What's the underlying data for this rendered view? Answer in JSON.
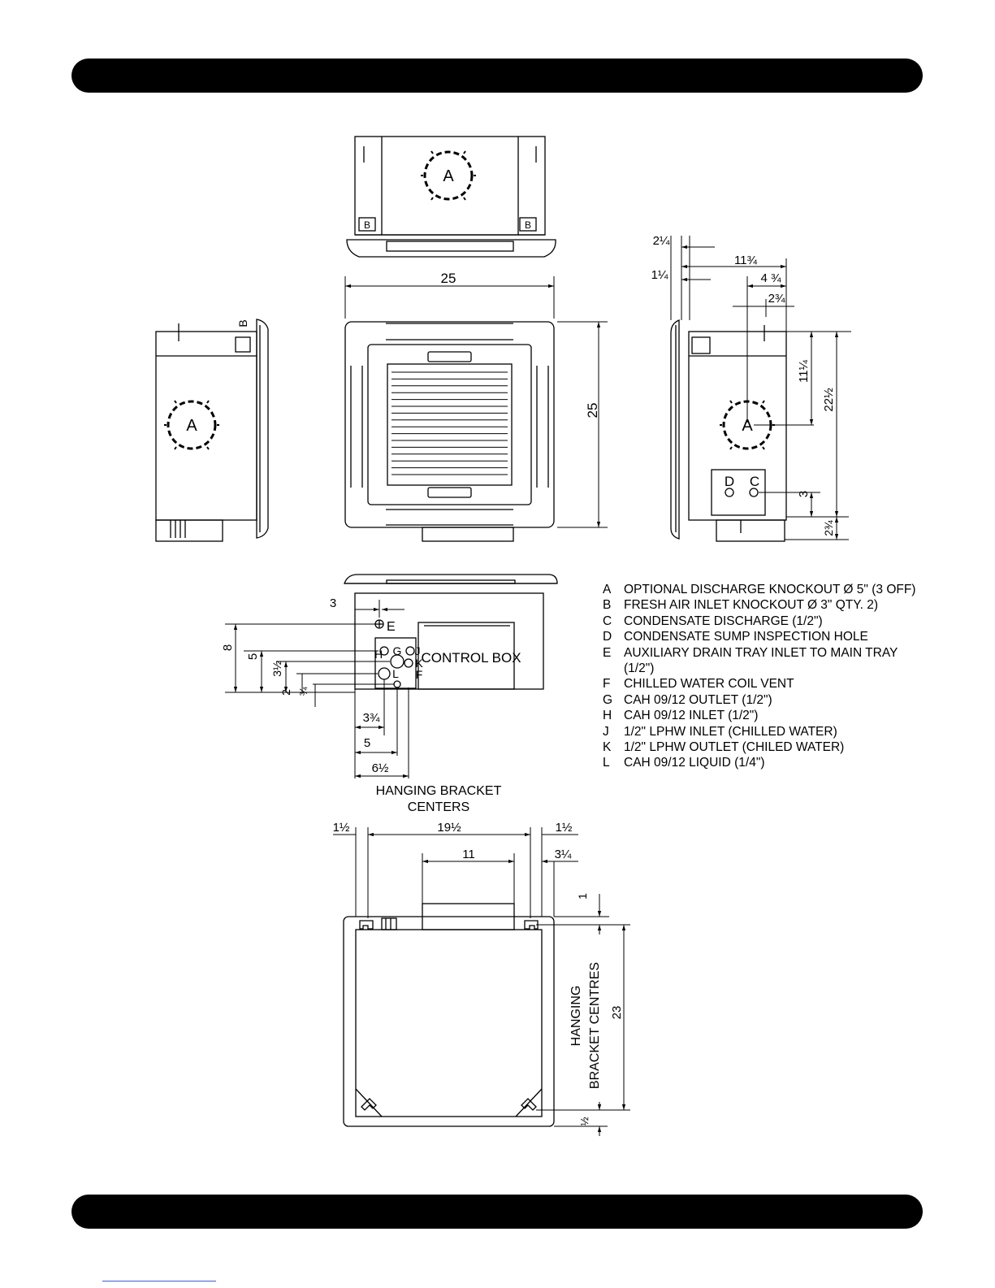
{
  "top_view": {
    "knockout_label": "A",
    "left_tag": "B",
    "right_tag": "B"
  },
  "left_view": {
    "knockout_label": "A",
    "side_tag": "B"
  },
  "front_view": {
    "width_dim": "25",
    "height_dim": "25"
  },
  "right_view": {
    "knockout_label": "A",
    "dims": {
      "d1": "2¼",
      "d2": "11¾",
      "d3": "1¼",
      "d4": "4 ¾",
      "d5": "2¾",
      "d6": "11¼",
      "d7": "22½",
      "d8": "3",
      "d9": "2¾"
    },
    "port_d": "D",
    "port_c": "C"
  },
  "connection_view": {
    "control_box": "CONTROL BOX",
    "ports": {
      "e": "E",
      "h": "H",
      "g": "G",
      "j": "J",
      "k": "K",
      "l": "L",
      "f": "F"
    },
    "dims": {
      "d3": "3",
      "d8": "8",
      "d5": "5",
      "d3_5": "3½",
      "d2": "2",
      "d_3q": "¾",
      "d3_75": "3¾",
      "dh5": "5",
      "d6_5": "6½"
    },
    "bracket_label_1": "HANGING BRACKET",
    "bracket_label_2": "CENTERS"
  },
  "bottom_view": {
    "dims": {
      "d1_5l": "1½",
      "d19_5": "19½",
      "d1_5r": "1½",
      "d11": "11",
      "d3_25": "3¼",
      "d1": "1",
      "d23": "23",
      "d_5": "½"
    },
    "bracket_label_1": "HANGING",
    "bracket_label_2": "BRACKET CENTRES"
  },
  "legend": [
    {
      "letter": "A",
      "text": "OPTIONAL DISCHARGE KNOCKOUT Ø 5\" (3 OFF)"
    },
    {
      "letter": "B",
      "text": "FRESH AIR INLET KNOCKOUT Ø 3\" QTY. 2)"
    },
    {
      "letter": "C",
      "text": "CONDENSATE DISCHARGE (1/2\")"
    },
    {
      "letter": "D",
      "text": "CONDENSATE SUMP INSPECTION HOLE"
    },
    {
      "letter": "E",
      "text": "AUXILIARY DRAIN TRAY INLET TO MAIN TRAY (1/2\")"
    },
    {
      "letter": "F",
      "text": "CHILLED WATER COIL VENT"
    },
    {
      "letter": "G",
      "text": "CAH 09/12 OUTLET (1/2\")"
    },
    {
      "letter": "H",
      "text": "CAH 09/12 INLET (1/2\")"
    },
    {
      "letter": "J",
      "text": "1/2\" LPHW INLET (CHILLED WATER)"
    },
    {
      "letter": "K",
      "text": "1/2\" LPHW OUTLET (CHILED WATER)"
    },
    {
      "letter": "L",
      "text": "CAH 09/12 LIQUID (1/4\")"
    }
  ]
}
